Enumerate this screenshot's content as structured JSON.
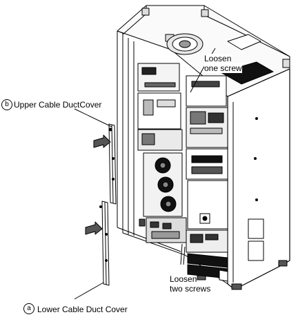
{
  "callouts": {
    "upper_cover": {
      "marker": "b",
      "label": "Upper Cable DuctCover"
    },
    "lower_cover": {
      "marker": "a",
      "label": "Lower Cable Duct Cover"
    },
    "loosen_one": {
      "line1": "Loosen",
      "line2": "one screw"
    },
    "loosen_two": {
      "line1": "Loosen",
      "line2": "two screws"
    }
  }
}
